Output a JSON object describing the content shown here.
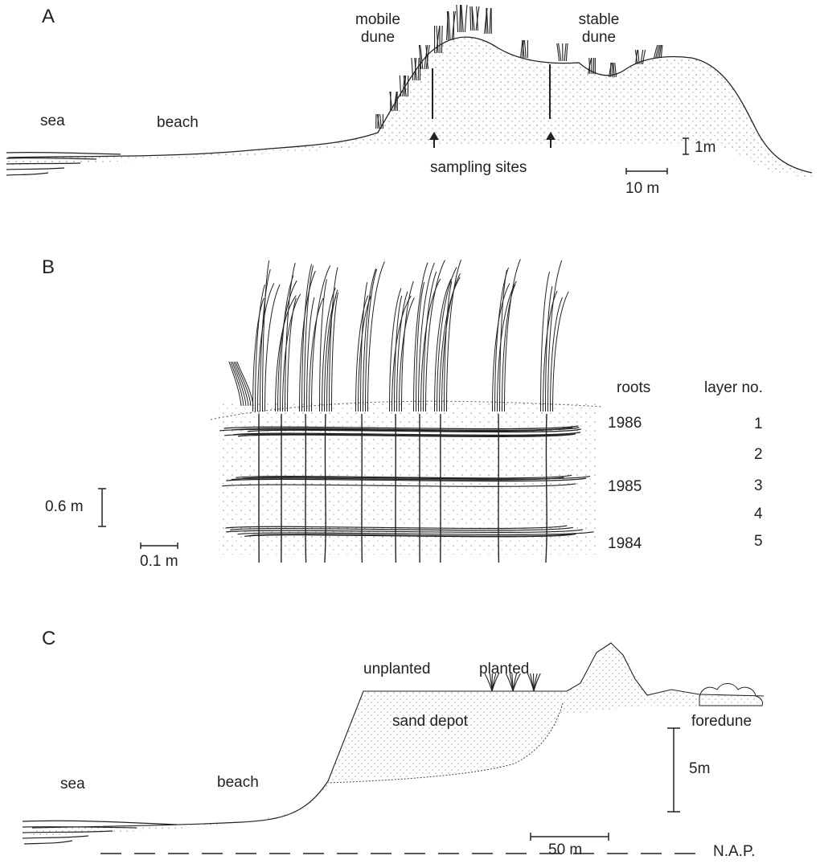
{
  "panels": [
    {
      "letter": "A",
      "labels": {
        "sea": "sea",
        "beach": "beach",
        "mobile_dune": [
          "mobile",
          "dune"
        ],
        "stable_dune": [
          "stable",
          "dune"
        ],
        "sampling_sites": "sampling sites",
        "scale_vertical": "1m",
        "scale_horizontal": "10 m"
      }
    },
    {
      "letter": "B",
      "labels": {
        "roots_header": "roots",
        "layer_header": "layer no.",
        "root_years": [
          "1986",
          "1985",
          "1984"
        ],
        "layer_numbers": [
          "1",
          "2",
          "3",
          "4",
          "5"
        ],
        "scale_vertical": "0.6 m",
        "scale_horizontal": "0.1 m"
      }
    },
    {
      "letter": "C",
      "labels": {
        "sea": "sea",
        "beach": "beach",
        "unplanted": "unplanted",
        "planted": "planted",
        "sand_depot": "sand depot",
        "foredune": "foredune",
        "scale_vertical": "5m",
        "scale_horizontal": "50 m",
        "datum": "N.A.P."
      }
    }
  ],
  "colors": {
    "ink": "#222222",
    "stipple": "#555555",
    "background": "#ffffff"
  }
}
